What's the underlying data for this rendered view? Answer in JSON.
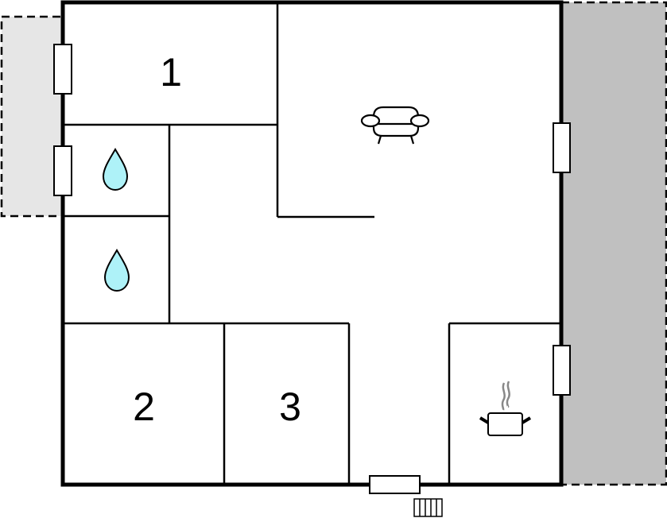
{
  "floorplan": {
    "rooms": [
      {
        "id": "bedroom-1",
        "label": "1"
      },
      {
        "id": "bedroom-2",
        "label": "2"
      },
      {
        "id": "bedroom-3",
        "label": "3"
      }
    ],
    "icons": {
      "living": "sofa-icon",
      "bath_upper": "water-drop-icon",
      "bath_lower": "water-drop-icon",
      "kitchen": "cooking-pot-icon",
      "entrance": "radiator-icon"
    },
    "colors": {
      "wall": "#000000",
      "terrace_left": "#e6e6e6",
      "terrace_right": "#c0c0c0",
      "water": "#aef2f8",
      "steam": "#888888"
    }
  }
}
